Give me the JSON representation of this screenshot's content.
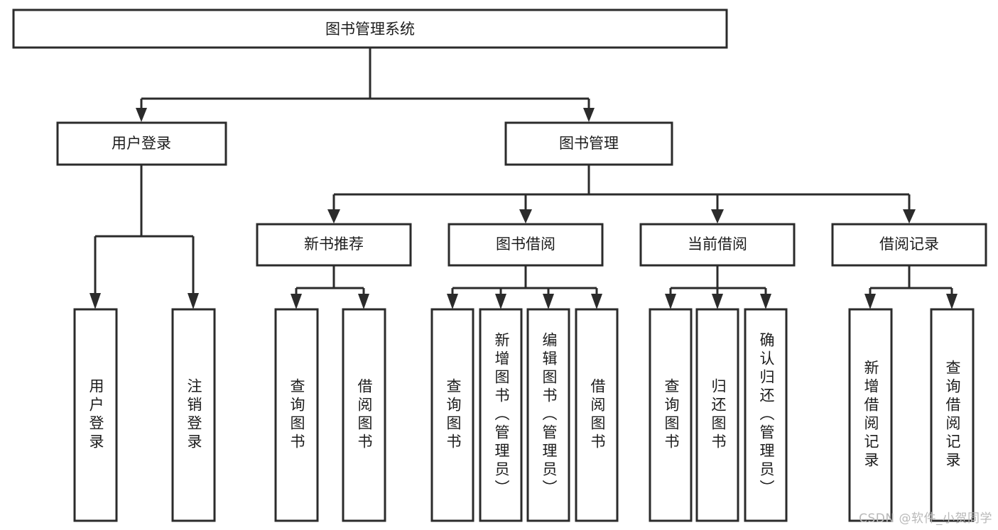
{
  "diagram": {
    "type": "tree",
    "title": "图书管理系统",
    "orientation": "top-down",
    "colors": {
      "background": "#ffffff",
      "box_stroke": "#2b2b2b",
      "box_fill": "#ffffff",
      "text": "#1c1c1c",
      "watermark": "#b9b9b9"
    },
    "root": {
      "label": "图书管理系统",
      "id": "root-system"
    },
    "level2": [
      {
        "id": "node-user-login",
        "label": "用户登录"
      },
      {
        "id": "node-book-management",
        "label": "图书管理"
      }
    ],
    "level3": [
      {
        "id": "node-new-book-recommend",
        "label": "新书推荐",
        "parent": "node-book-management"
      },
      {
        "id": "node-book-borrow",
        "label": "图书借阅",
        "parent": "node-book-management"
      },
      {
        "id": "node-current-borrow",
        "label": "当前借阅",
        "parent": "node-book-management"
      },
      {
        "id": "node-borrow-record",
        "label": "借阅记录",
        "parent": "node-book-management"
      }
    ],
    "leaves": {
      "user_login": [
        {
          "id": "leaf-user-login",
          "label": "用户登录"
        },
        {
          "id": "leaf-logout-login",
          "label": "注销登录"
        }
      ],
      "new_book_recommend": [
        {
          "id": "leaf-query-book-1",
          "label": "查询图书"
        },
        {
          "id": "leaf-borrow-book-1",
          "label": "借阅图书"
        }
      ],
      "book_borrow": [
        {
          "id": "leaf-query-book-2",
          "label": "查询图书"
        },
        {
          "id": "leaf-add-book-admin",
          "label": "新增图书（管理员）"
        },
        {
          "id": "leaf-edit-book-admin",
          "label": "编辑图书（管理员）"
        },
        {
          "id": "leaf-borrow-book-2",
          "label": "借阅图书"
        }
      ],
      "current_borrow": [
        {
          "id": "leaf-query-book-3",
          "label": "查询图书"
        },
        {
          "id": "leaf-return-book",
          "label": "归还图书"
        },
        {
          "id": "leaf-confirm-return-admin",
          "label": "确认归还（管理员）"
        }
      ],
      "borrow_record": [
        {
          "id": "leaf-add-borrow-record",
          "label": "新增借阅记录"
        },
        {
          "id": "leaf-query-borrow-record",
          "label": "查询借阅记录"
        }
      ]
    }
  },
  "watermark": {
    "text": "CSDN @软件_小贺同学"
  }
}
